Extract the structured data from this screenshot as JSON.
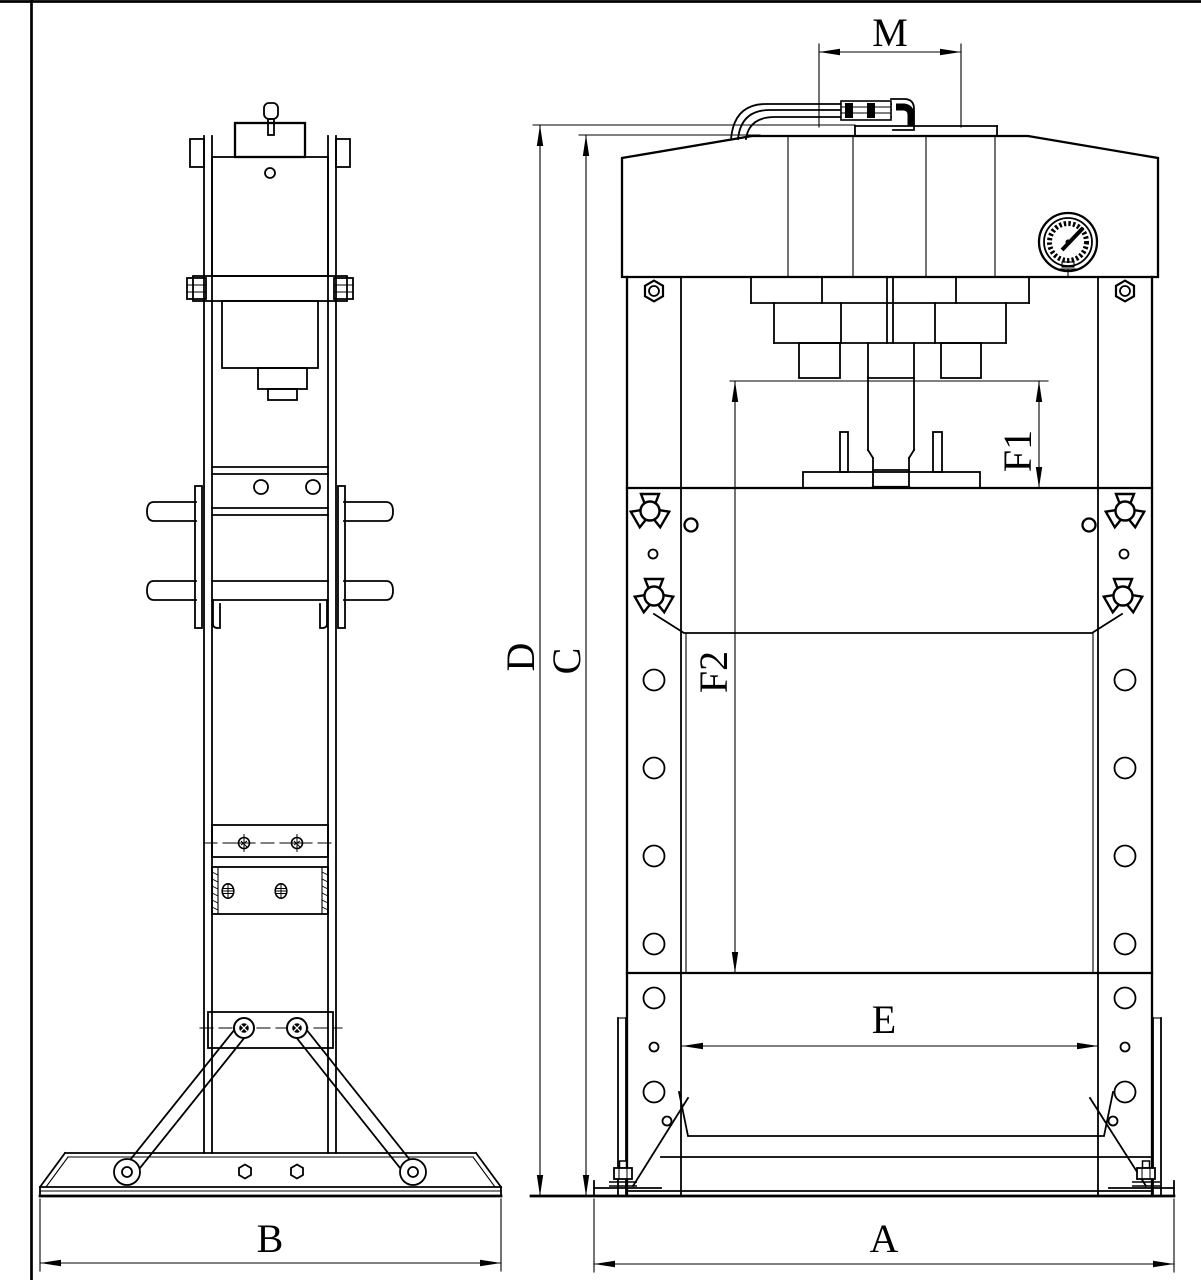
{
  "drawing": {
    "kind": "hydraulic-press two-view engineering drawing",
    "colors": {
      "background": "#ffffff",
      "ink": "#000000"
    }
  },
  "labels": {
    "m": "M",
    "d": "D",
    "c": "C",
    "f1": "F1",
    "f2": "F2",
    "e": "E",
    "a": "A",
    "b": "B"
  }
}
